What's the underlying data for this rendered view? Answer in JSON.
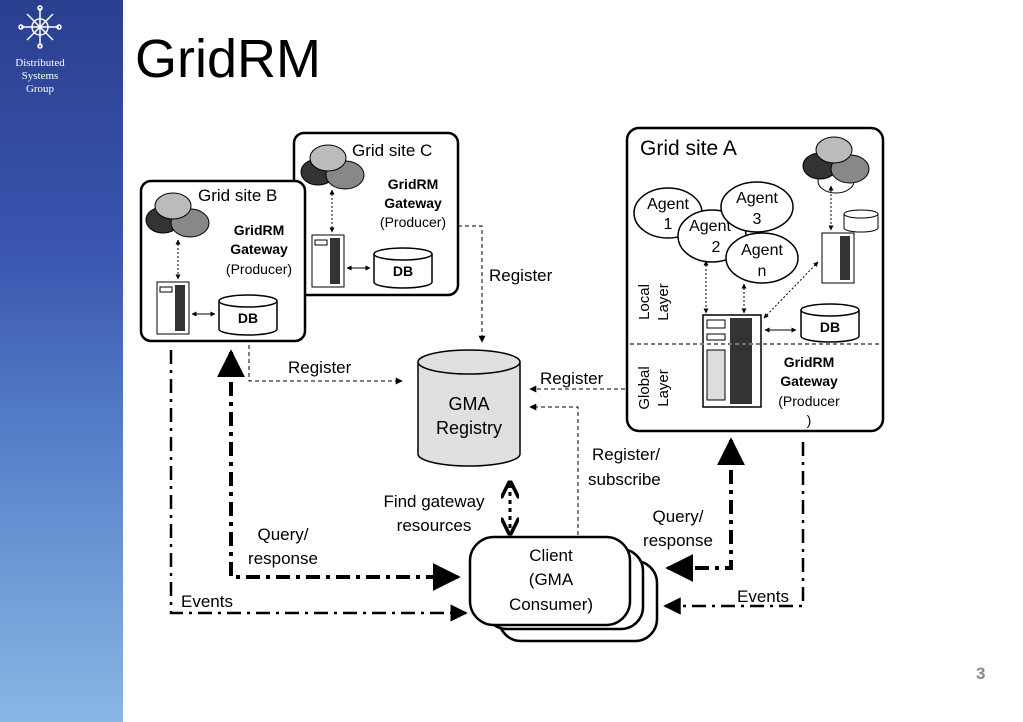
{
  "sidebar": {
    "logo_line1": "Distributed",
    "logo_line2": "Systems",
    "logo_line3": "Group"
  },
  "slide": {
    "title": "GridRM",
    "page_number": "3"
  },
  "site_b": {
    "title": "Grid site B",
    "gw1": "GridRM",
    "gw2": "Gateway",
    "gw3": "(Producer)",
    "db": "DB"
  },
  "site_c": {
    "title": "Grid site C",
    "gw1": "GridRM",
    "gw2": "Gateway",
    "gw3": "(Producer)",
    "db": "DB"
  },
  "site_a": {
    "title": "Grid site A",
    "agent1": [
      "Agent",
      "1"
    ],
    "agent2": [
      "Agent",
      "2"
    ],
    "agent3": [
      "Agent",
      "3"
    ],
    "agentn": [
      "Agent",
      "n"
    ],
    "local_layer": [
      "Local",
      "Layer"
    ],
    "global_layer": [
      "Global",
      "Layer"
    ],
    "gw1": "GridRM",
    "gw2": "Gateway",
    "gw3": "(Producer",
    "gw4": ")",
    "db": "DB"
  },
  "registry": {
    "line1": "GMA",
    "line2": "Registry"
  },
  "client": {
    "line1": "Client",
    "line2": "(GMA",
    "line3": "Consumer)"
  },
  "labels": {
    "register_c": "Register",
    "register_b": "Register",
    "register_a": "Register",
    "register_subscribe_1": "Register/",
    "register_subscribe_2": "subscribe",
    "find_1": "Find gateway",
    "find_2": "resources",
    "query_left_1": "Query/",
    "query_left_2": "response",
    "query_right_1": "Query/",
    "query_right_2": "response",
    "events_left": "Events",
    "events_right": "Events"
  },
  "colors": {
    "sidebar_top": "#2a3f8f",
    "sidebar_bottom": "#8ab6e3",
    "registry_fill": "#e0e0e0",
    "cloud_dark": "#333333",
    "cloud_mid": "#888888",
    "cloud_light": "#bbbbbb"
  }
}
